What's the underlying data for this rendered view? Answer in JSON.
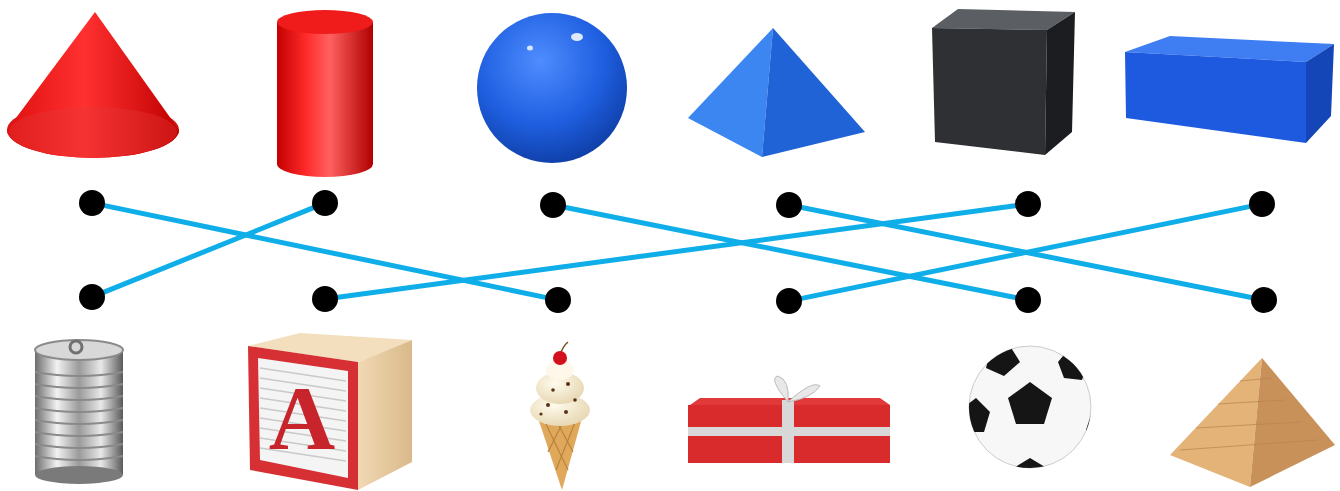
{
  "diagram": {
    "nodes": [
      {
        "text": []
      },
      {
        "text": []
      },
      {
        "text": []
      },
      {
        "text": []
      },
      {
        "text": []
      },
      {
        "text": []
      },
      {
        "text": []
      },
      {
        "text": []
      },
      {
        "text": []
      },
      {
        "text": []
      },
      {
        "text": []
      },
      {
        "text": []
      }
    ],
    "edges": [
      {
        "from": 0,
        "to": 8,
        "arrow": "none"
      },
      {
        "from": 1,
        "to": 6,
        "arrow": "none"
      },
      {
        "from": 2,
        "to": 10,
        "arrow": "none"
      },
      {
        "from": 3,
        "to": 11,
        "arrow": "none"
      },
      {
        "from": 4,
        "to": 7,
        "arrow": "none"
      },
      {
        "from": 5,
        "to": 9,
        "arrow": "none"
      }
    ],
    "labels": [
      "A"
    ]
  }
}
